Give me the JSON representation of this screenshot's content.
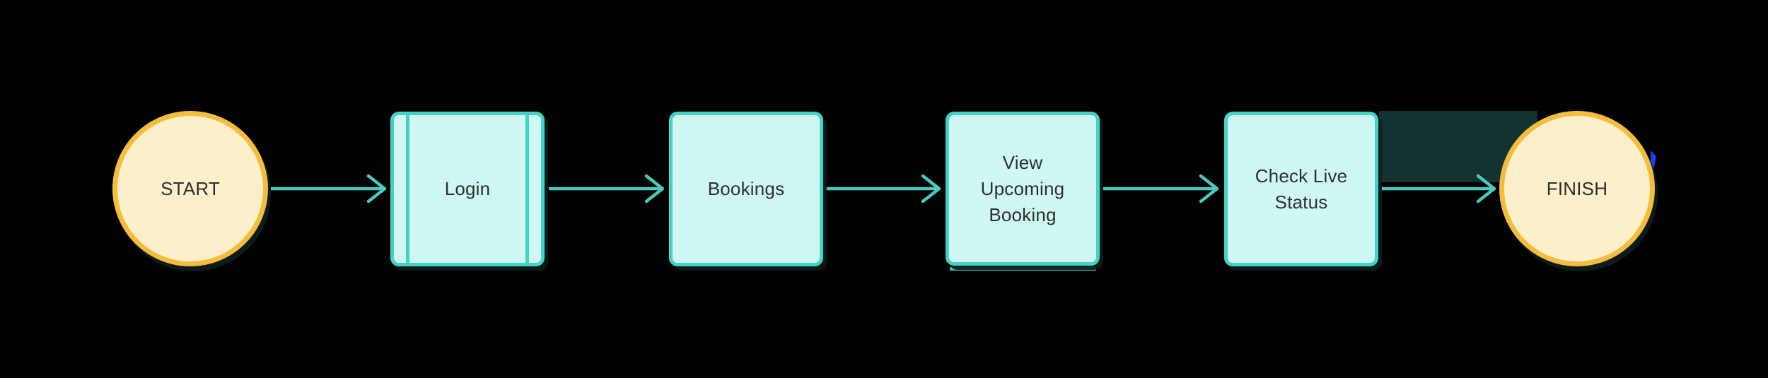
{
  "diagram": {
    "title": "booking-flowchart",
    "background_color": "#000000",
    "nodes": [
      {
        "id": "start",
        "type": "terminator",
        "label": "START"
      },
      {
        "id": "login",
        "type": "predefined-process",
        "label": "Login"
      },
      {
        "id": "bookings",
        "type": "process",
        "label": "Bookings"
      },
      {
        "id": "view-upcoming-booking",
        "type": "process",
        "label": "View\nUpcoming\nBooking"
      },
      {
        "id": "check-live-status",
        "type": "process",
        "label": "Check Live\nStatus"
      },
      {
        "id": "finish",
        "type": "terminator",
        "label": "FINISH"
      }
    ],
    "edges": [
      {
        "from": "start",
        "to": "login"
      },
      {
        "from": "login",
        "to": "bookings"
      },
      {
        "from": "bookings",
        "to": "view-upcoming-booking"
      },
      {
        "from": "view-upcoming-booking",
        "to": "check-live-status"
      },
      {
        "from": "check-live-status",
        "to": "finish"
      }
    ],
    "colors": {
      "terminator_fill": "#fcefc9",
      "terminator_border": "#f4bd3f",
      "process_fill": "#cff8f2",
      "process_border": "#45d3c6",
      "arrow": "#4ec9bf",
      "text": "#2d2f31",
      "highlight_rect": "#143230",
      "underline_bar": "#38bcb1",
      "selection_artifact": "#1e3bff"
    }
  }
}
